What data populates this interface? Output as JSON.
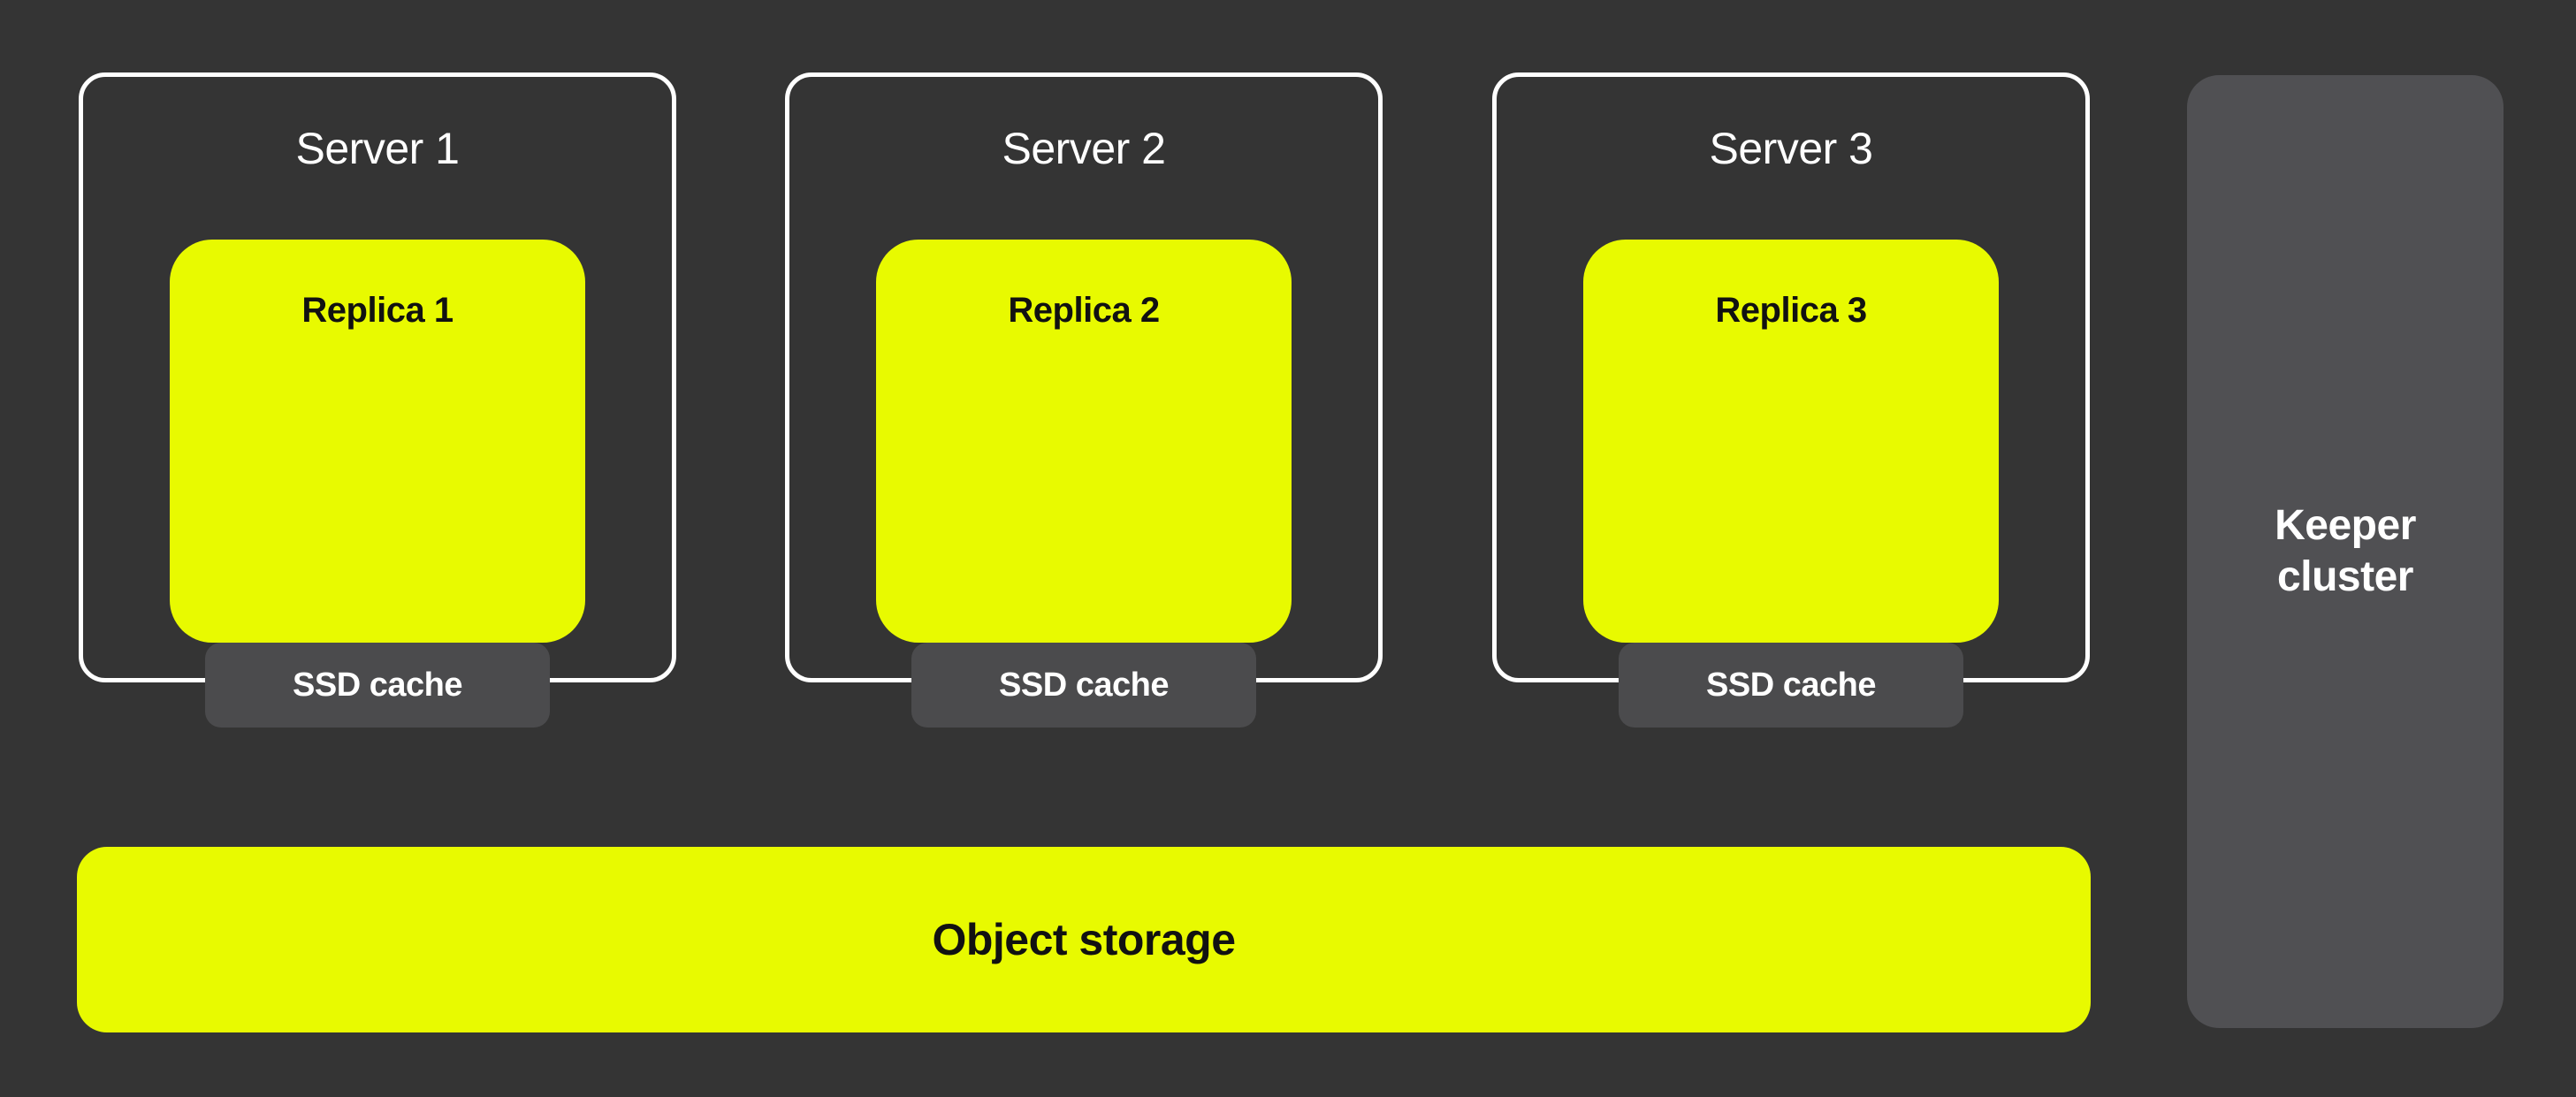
{
  "colors": {
    "background": "#343434",
    "accent_yellow": "#e8fa00",
    "chip_gray": "#4b4b4d",
    "keeper_gray": "#505053",
    "outline_white": "#ffffff",
    "text_black": "#111111",
    "text_white": "#ffffff"
  },
  "servers": [
    {
      "title": "Server 1",
      "replica": "Replica 1",
      "cache": "SSD cache"
    },
    {
      "title": "Server 2",
      "replica": "Replica 2",
      "cache": "SSD cache"
    },
    {
      "title": "Server 3",
      "replica": "Replica 3",
      "cache": "SSD cache"
    }
  ],
  "keeper": {
    "label": "Keeper cluster"
  },
  "object_storage": {
    "label": "Object storage"
  }
}
